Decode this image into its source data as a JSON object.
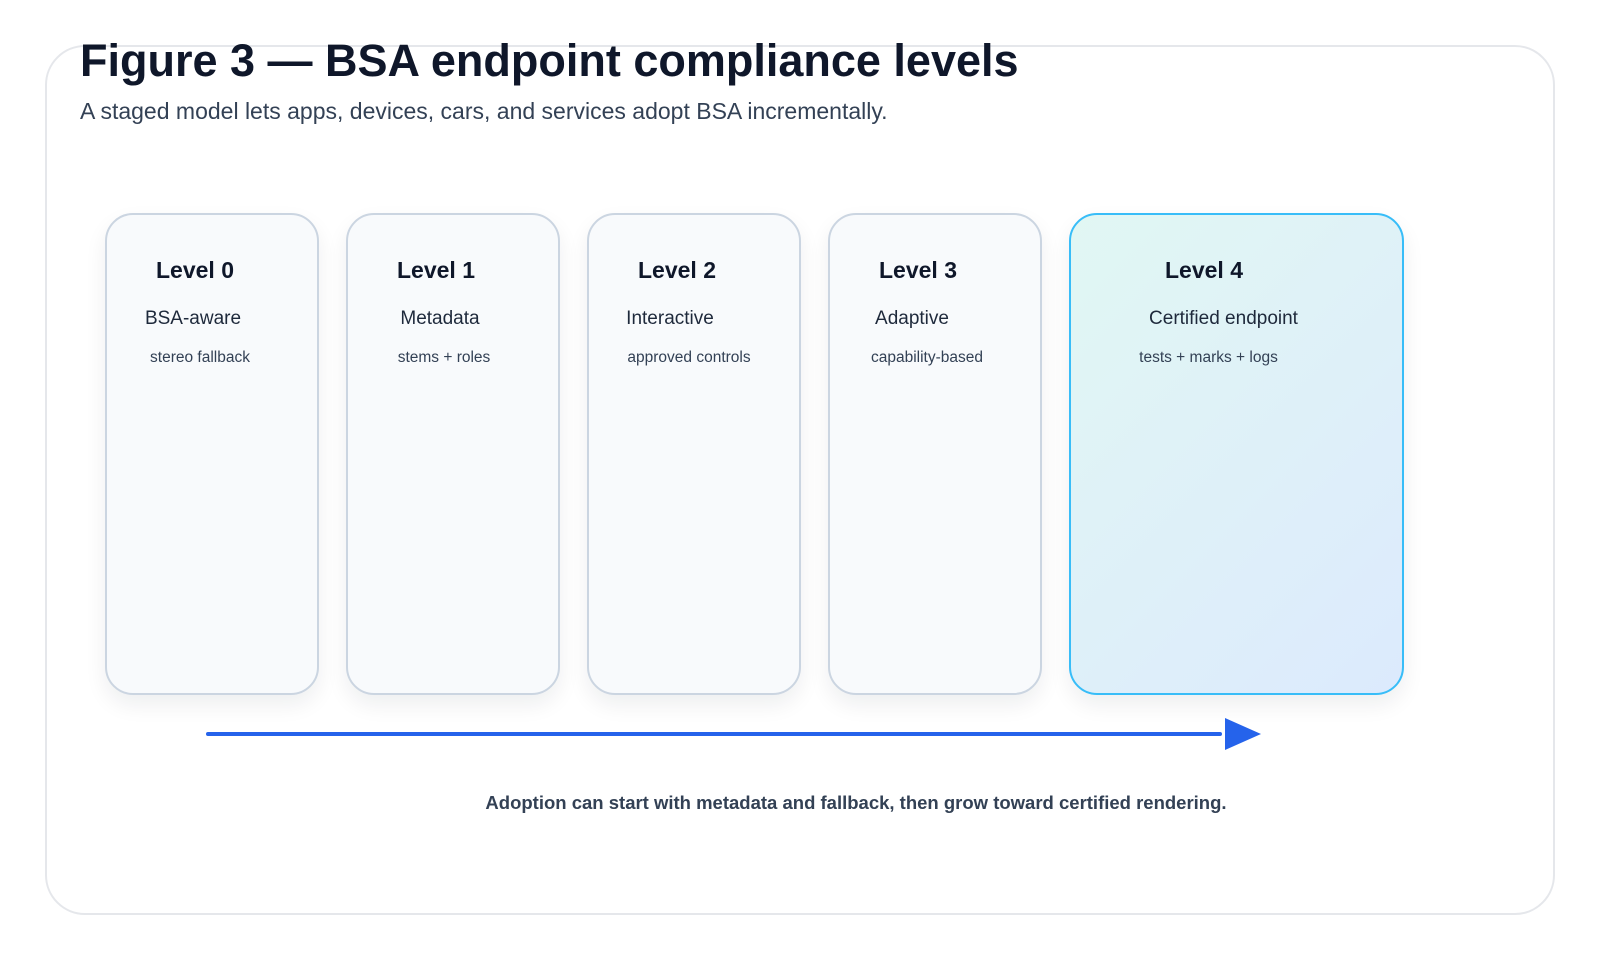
{
  "figure": {
    "title": "Figure 3 — BSA endpoint compliance levels",
    "subtitle": "A staged model lets apps, devices, cars, and services adopt BSA incrementally.",
    "caption": "Adoption can start with metadata and fallback, then grow toward certified rendering."
  },
  "levels": [
    {
      "level": "Level 0",
      "name": "BSA-aware",
      "description": "stereo fallback"
    },
    {
      "level": "Level 1",
      "name": "Metadata",
      "description": "stems + roles"
    },
    {
      "level": "Level 2",
      "name": "Interactive",
      "description": "approved controls"
    },
    {
      "level": "Level 3",
      "name": "Adaptive",
      "description": "capability-based"
    },
    {
      "level": "Level 4",
      "name": "Certified endpoint",
      "description": "tests + marks + logs"
    }
  ],
  "colors": {
    "arrow": "#2563eb",
    "highlight_border": "#38bdf8",
    "card_border": "#cbd5e1",
    "title": "#0f172a"
  },
  "icons": {
    "progress": "arrow-right-icon"
  }
}
